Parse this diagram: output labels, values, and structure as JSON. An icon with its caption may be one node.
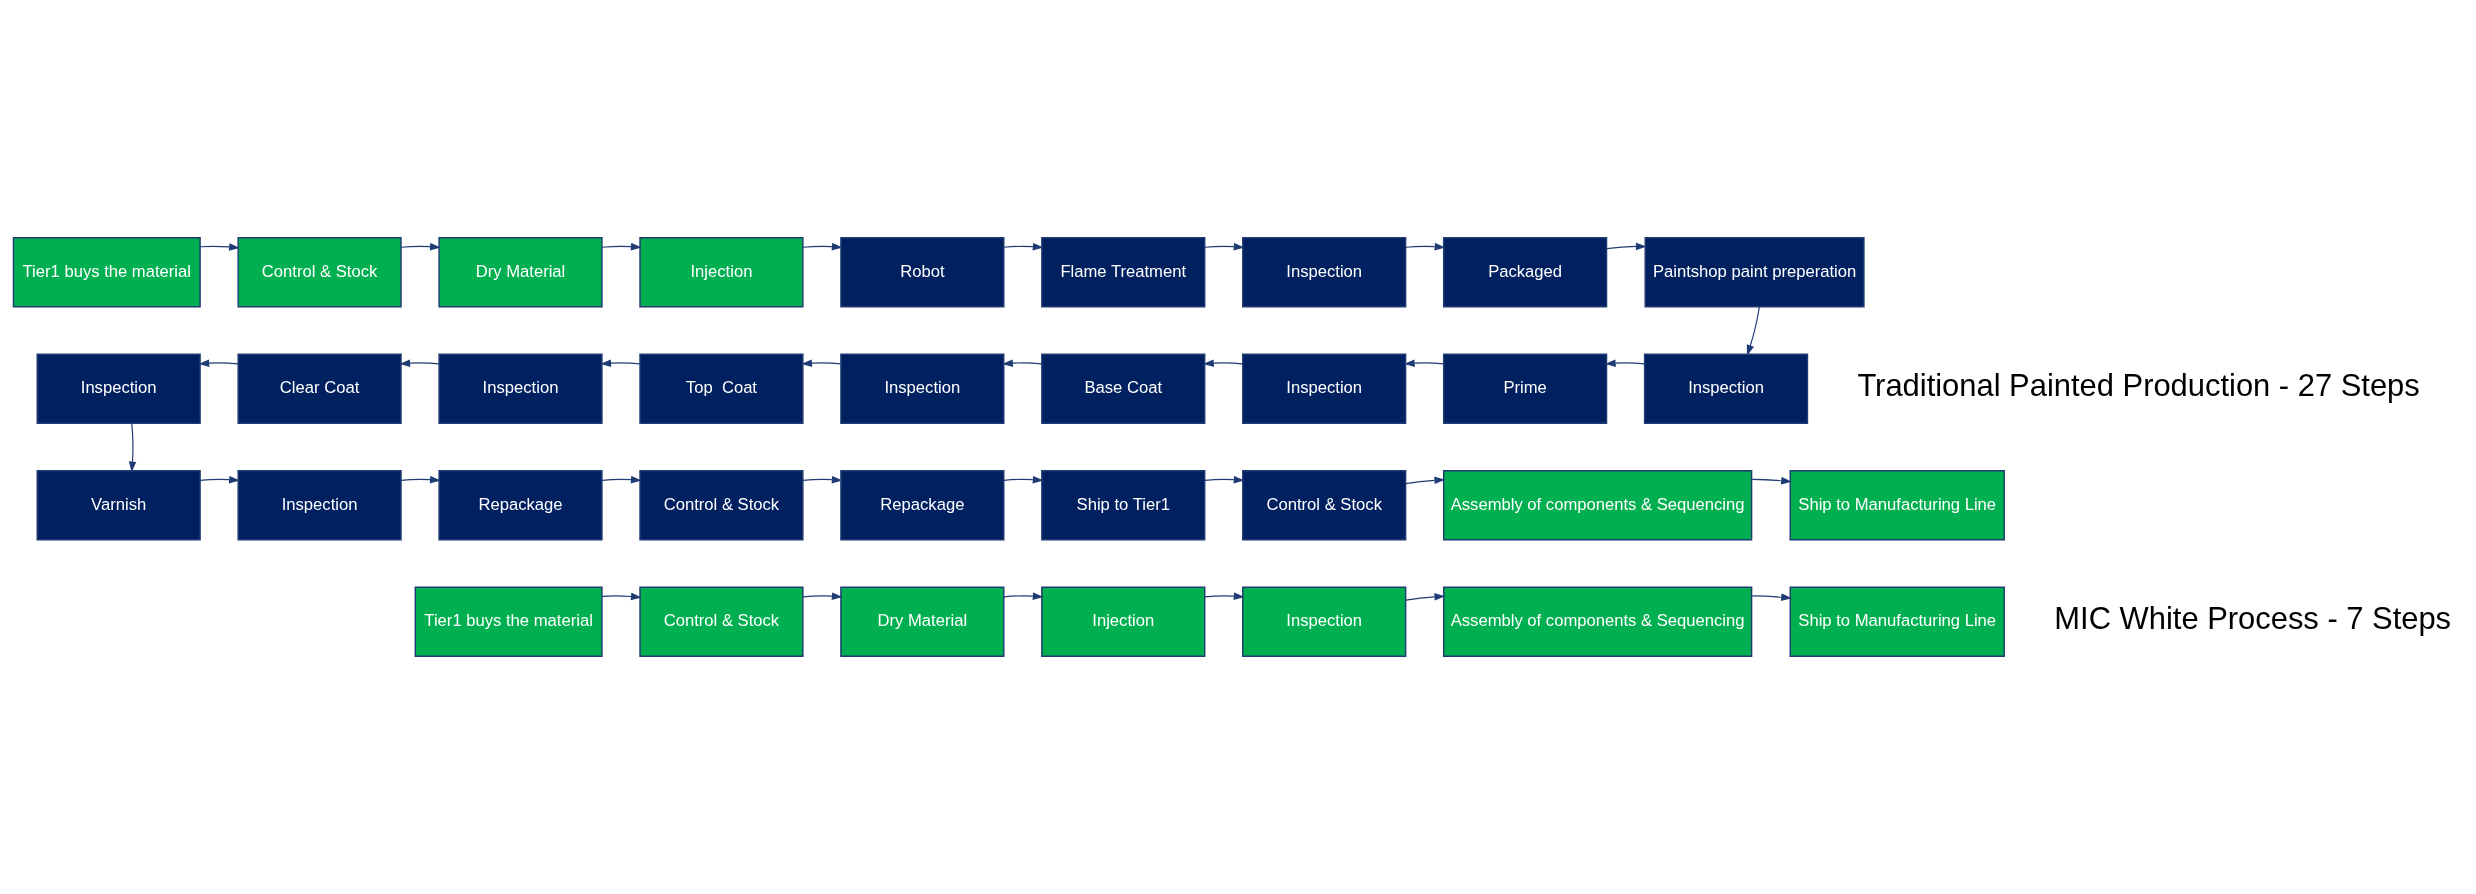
{
  "diagram": {
    "nodes": [
      {
        "text": [
          "Tier1 buys the material"
        ]
      },
      {
        "text": [
          "Control & Stock"
        ]
      },
      {
        "text": [
          "Dry Material"
        ]
      },
      {
        "text": [
          "Injection"
        ]
      },
      {
        "text": [
          "Robot"
        ]
      },
      {
        "text": [
          "Flame Treatment"
        ]
      },
      {
        "text": [
          "Inspection"
        ]
      },
      {
        "text": [
          "Packaged"
        ]
      },
      {
        "text": [
          "Paintshop paint preperation"
        ]
      },
      {
        "text": [
          "Inspection"
        ]
      },
      {
        "text": [
          "Prime"
        ]
      },
      {
        "text": [
          "Inspection"
        ]
      },
      {
        "text": [
          "Base Coat"
        ]
      },
      {
        "text": [
          "Inspection"
        ]
      },
      {
        "text": [
          "Top  Coat"
        ]
      },
      {
        "text": [
          "Inspection"
        ]
      },
      {
        "text": [
          "Clear Coat"
        ]
      },
      {
        "text": [
          "Inspection"
        ]
      },
      {
        "text": [
          "Varnish"
        ]
      },
      {
        "text": [
          "Inspection"
        ]
      },
      {
        "text": [
          "Repackage"
        ]
      },
      {
        "text": [
          "Control & Stock"
        ]
      },
      {
        "text": [
          "Repackage"
        ]
      },
      {
        "text": [
          "Ship to Tier1"
        ]
      },
      {
        "text": [
          "Control & Stock"
        ]
      },
      {
        "text": [
          "Assembly of components & Sequencing"
        ]
      },
      {
        "text": [
          "Ship to Manufacturing Line"
        ]
      },
      {
        "text": [
          "Tier1 buys the material"
        ]
      },
      {
        "text": [
          "Control & Stock"
        ]
      },
      {
        "text": [
          "Dry Material"
        ]
      },
      {
        "text": [
          "Injection"
        ]
      },
      {
        "text": [
          "Inspection"
        ]
      },
      {
        "text": [
          "Assembly of components & Sequencing"
        ]
      },
      {
        "text": [
          "Ship to Manufacturing Line"
        ]
      }
    ],
    "edges": [
      {
        "from": 0,
        "to": 1,
        "arrow": "to"
      },
      {
        "from": 1,
        "to": 2,
        "arrow": "to"
      },
      {
        "from": 2,
        "to": 3,
        "arrow": "to"
      },
      {
        "from": 3,
        "to": 4,
        "arrow": "to"
      },
      {
        "from": 4,
        "to": 5,
        "arrow": "to"
      },
      {
        "from": 5,
        "to": 6,
        "arrow": "to"
      },
      {
        "from": 6,
        "to": 7,
        "arrow": "to"
      },
      {
        "from": 7,
        "to": 8,
        "arrow": "to"
      },
      {
        "from": 8,
        "to": 9,
        "arrow": "to"
      },
      {
        "from": 9,
        "to": 10,
        "arrow": "to"
      },
      {
        "from": 10,
        "to": 11,
        "arrow": "to"
      },
      {
        "from": 11,
        "to": 12,
        "arrow": "to"
      },
      {
        "from": 12,
        "to": 13,
        "arrow": "to"
      },
      {
        "from": 13,
        "to": 14,
        "arrow": "to"
      },
      {
        "from": 14,
        "to": 15,
        "arrow": "to"
      },
      {
        "from": 15,
        "to": 16,
        "arrow": "to"
      },
      {
        "from": 16,
        "to": 17,
        "arrow": "to"
      },
      {
        "from": 17,
        "to": 18,
        "arrow": "to"
      },
      {
        "from": 18,
        "to": 19,
        "arrow": "to"
      },
      {
        "from": 19,
        "to": 20,
        "arrow": "to"
      },
      {
        "from": 20,
        "to": 21,
        "arrow": "to"
      },
      {
        "from": 21,
        "to": 22,
        "arrow": "to"
      },
      {
        "from": 22,
        "to": 23,
        "arrow": "to"
      },
      {
        "from": 23,
        "to": 24,
        "arrow": "to"
      },
      {
        "from": 24,
        "to": 25,
        "arrow": "to"
      },
      {
        "from": 25,
        "to": 26,
        "arrow": "to"
      },
      {
        "from": 27,
        "to": 28,
        "arrow": "to"
      },
      {
        "from": 28,
        "to": 29,
        "arrow": "to"
      },
      {
        "from": 29,
        "to": 30,
        "arrow": "to"
      },
      {
        "from": 30,
        "to": 31,
        "arrow": "to"
      },
      {
        "from": 31,
        "to": 32,
        "arrow": "to"
      },
      {
        "from": 32,
        "to": 33,
        "arrow": "to"
      }
    ],
    "labels": [
      "Traditional Painted Production - 27 Steps",
      "MIC White Process - 7 Steps"
    ]
  }
}
